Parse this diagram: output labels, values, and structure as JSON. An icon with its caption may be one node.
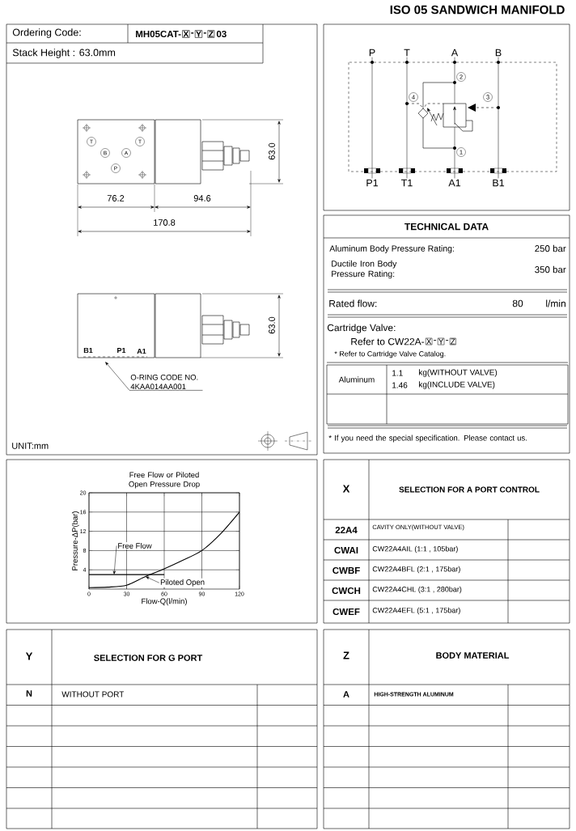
{
  "diagram": {
    "title": "ISO 05 SANDWICH MANIFOLD",
    "nodes": [
      {
        "text": [
          "X"
        ]
      },
      {
        "text": [
          "Y"
        ]
      },
      {
        "text": [
          "Z"
        ]
      },
      {
        "text": [
          "X"
        ]
      },
      {
        "text": [
          "Y"
        ]
      },
      {
        "text": [
          "Z"
        ]
      },
      {
        "text": [
          "P"
        ]
      },
      {
        "text": [
          "T"
        ]
      },
      {
        "text": [
          "A"
        ]
      },
      {
        "text": [
          "B"
        ]
      },
      {
        "text": [
          "P1"
        ]
      },
      {
        "text": [
          "T1"
        ]
      },
      {
        "text": [
          "A1"
        ]
      },
      {
        "text": [
          "B1"
        ]
      },
      {
        "text": [
          "O-RING CODE NO.",
          "4KAA014AA001"
        ]
      }
    ],
    "edges": [
      {
        "from": 6,
        "to": 10,
        "arrow": "none"
      },
      {
        "from": 7,
        "to": 11,
        "arrow": "none"
      },
      {
        "from": 8,
        "to": 12,
        "arrow": "none"
      },
      {
        "from": 9,
        "to": 13,
        "arrow": "none"
      },
      {
        "from": 14,
        "to": null,
        "arrow": "to"
      }
    ],
    "labels": [
      "Ordering Code:",
      "MH05CAT-",
      "-",
      "-",
      "03",
      "Stack Height : 63.0mm",
      "T",
      "T",
      "B",
      "A",
      "P",
      "63.0",
      "76.2",
      "94.6",
      "170.8",
      "63.0",
      "B1",
      "P1",
      "A1",
      "UNIT:mm",
      "2",
      "4",
      "3",
      "1",
      "TECHNICAL DATA",
      "Aluminum Body Pressure Rating:",
      "250 bar",
      "Ductile Iron Body Pressure Rating:",
      "350 bar",
      "Rated flow:",
      "80",
      "l/min",
      "Cartridge Valve:",
      "Refer to CW22A-",
      "-",
      "-",
      "* Refer to Cartridge Valve Catalog.",
      "Aluminum",
      "1.1",
      "kg(WITHOUT VALVE)",
      "1.46",
      "kg(INCLUDE VALVE)",
      "* If you need the special specification. Please contact us.",
      "X",
      "SELECTION FOR A PORT CONTROL",
      "22A4",
      "CAVITY ONLY(WITHOUT VALVE)",
      "CWAI",
      "CW22A4AIL (1:1 , 105bar)",
      "CWBF",
      "CW22A4BFL (2:1 , 175bar)",
      "CWCH",
      "CW22A4CHL (3:1 , 280bar)",
      "CWEF",
      "CW22A4EFL (5:1 , 175bar)",
      "Y",
      "SELECTION FOR G PORT",
      "N",
      "WITHOUT PORT",
      "Z",
      "BODY MATERIAL",
      "A",
      "HIGH-STRENGTH ALUMINUM"
    ],
    "chart_data": {
      "type": "line",
      "title": "Free Flow or Piloted Open Pressure Drop",
      "xlabel": "Flow-Q(l/min)",
      "ylabel": "Pressure-ΔP(bar)",
      "x": [
        0,
        15,
        30,
        45,
        60,
        75,
        90,
        105,
        120
      ],
      "series": [
        {
          "name": "Free Flow",
          "color": "#000000",
          "values": [
            3,
            3,
            3,
            3,
            3,
            null,
            null,
            null,
            null
          ]
        },
        {
          "name": "Piloted Open",
          "color": "#000000",
          "values": [
            0.3,
            0.4,
            0.8,
            2.6,
            4.2,
            6,
            8,
            11.5,
            16
          ]
        }
      ],
      "xlim": [
        0,
        120
      ],
      "ylim": [
        0,
        20
      ],
      "xticks": [
        0,
        30,
        60,
        90,
        120
      ],
      "yticks": [
        4,
        8,
        12,
        16,
        20
      ]
    }
  }
}
